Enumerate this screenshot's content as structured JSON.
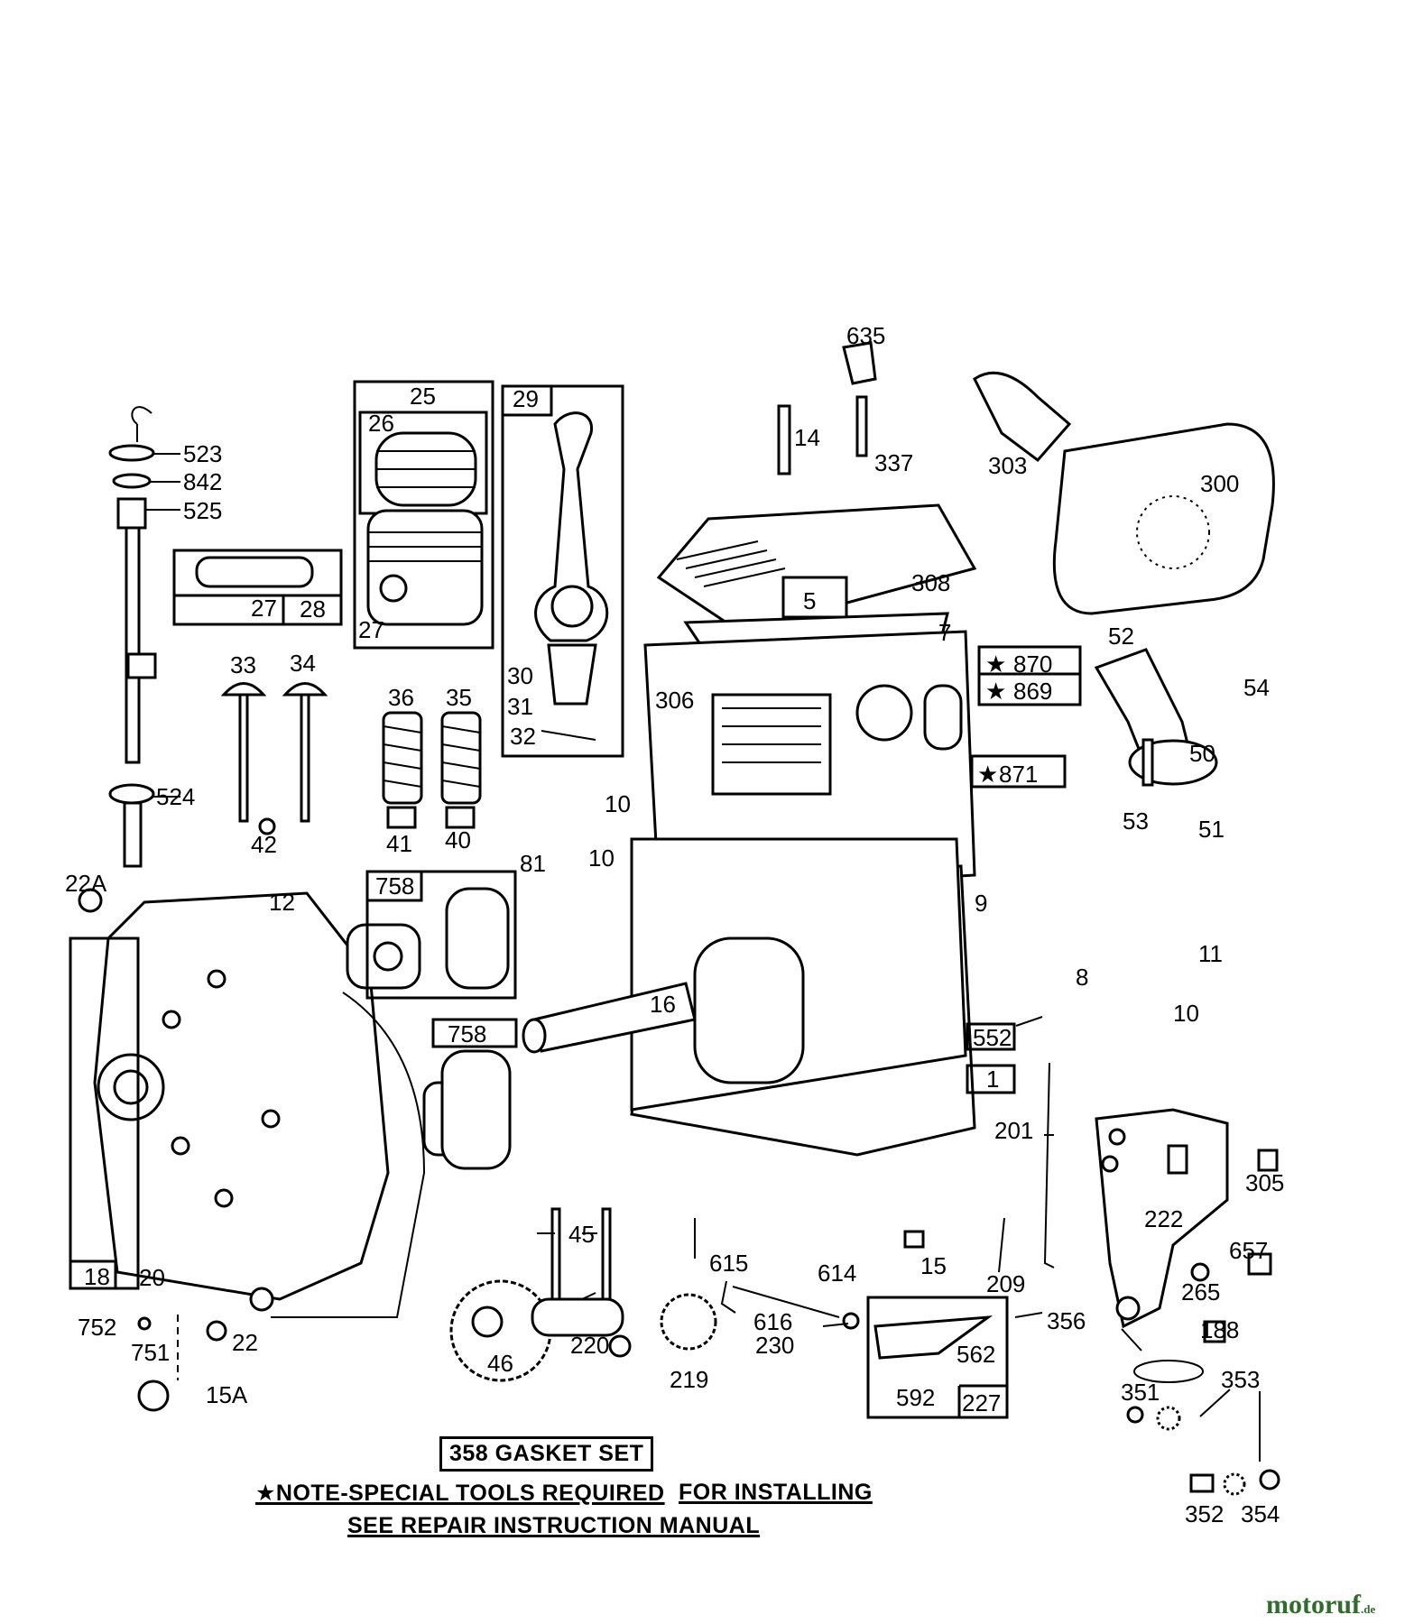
{
  "labels": {
    "p523": "523",
    "p842": "842",
    "p525": "525",
    "p524": "524",
    "p22A": "22A",
    "p25": "25",
    "p26": "26",
    "p27a": "27",
    "p27b": "27",
    "p28": "28",
    "p29": "29",
    "p30": "30",
    "p31": "31",
    "p32": "32",
    "p33": "33",
    "p34": "34",
    "p42": "42",
    "p36": "36",
    "p35": "35",
    "p41": "41",
    "p40": "40",
    "p635": "635",
    "p14": "14",
    "p337": "337",
    "p303": "303",
    "p300": "300",
    "p5": "5",
    "p308": "308",
    "p7": "7",
    "p306": "306",
    "p10a": "10",
    "p870": "870",
    "p869": "869",
    "p871": "871",
    "p52": "52",
    "p54": "54",
    "p50": "50",
    "p53": "53",
    "p51": "51",
    "p81": "81",
    "p10b": "10",
    "p758a": "758",
    "p758b": "758",
    "p12": "12",
    "p9": "9",
    "p8": "8",
    "p11": "11",
    "p10c": "10",
    "p16": "16",
    "p552": "552",
    "p1": "1",
    "p201": "201",
    "p305": "305",
    "p222": "222",
    "p657": "657",
    "p265": "265",
    "p188": "188",
    "p356": "356",
    "p351": "351",
    "p353": "353",
    "p352": "352",
    "p354": "354",
    "p18": "18",
    "p20": "20",
    "p752": "752",
    "p751": "751",
    "p22": "22",
    "p15A": "15A",
    "p45": "45",
    "p46": "46",
    "p220": "220",
    "p219": "219",
    "p615": "615",
    "p614": "614",
    "p616": "616",
    "p230": "230",
    "p562": "562",
    "p592": "592",
    "p227": "227",
    "p15": "15",
    "p209": "209"
  },
  "gasket_set": "358 GASKET SET",
  "note_line1a": "★NOTE-SPECIAL TOOLS REQUIRED",
  "note_line1b": "FOR INSTALLING",
  "note_line2": "SEE REPAIR INSTRUCTION MANUAL",
  "logo_main": "motoruf",
  "logo_suffix": ".de",
  "star_glyph": "★",
  "logo_color": "#2f6d2b"
}
